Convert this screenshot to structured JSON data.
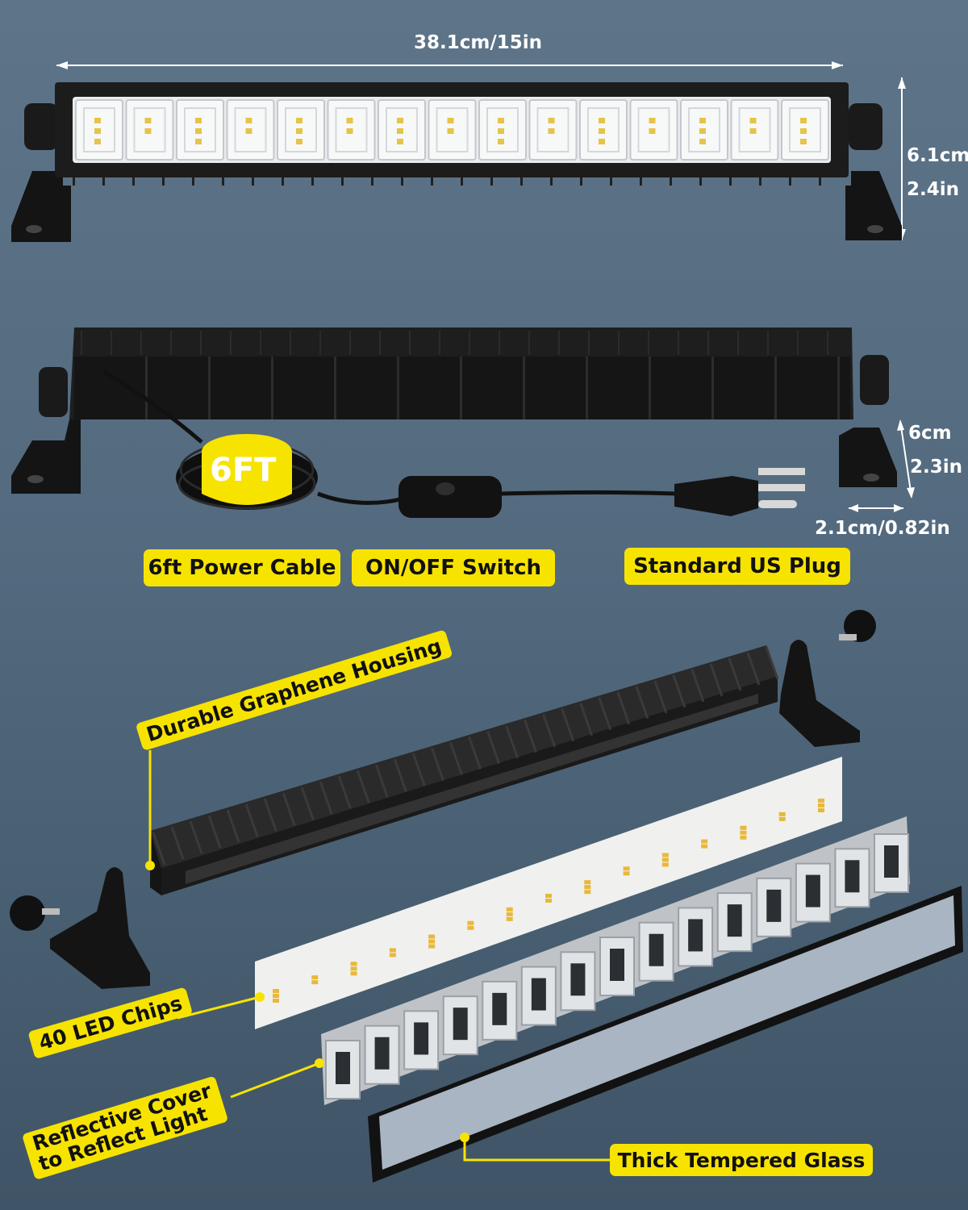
{
  "dimensions": {
    "length": "38.1cm/15in",
    "height_cm": "6.1cm",
    "height_in": "2.4in",
    "depth_cm": "6cm",
    "depth_in": "2.3in",
    "bracket": "2.1cm/0.82in"
  },
  "cable_badge": "6FT",
  "feature_tags": {
    "cable": "6ft Power Cable",
    "switch": "ON/OFF Switch",
    "plug": "Standard US Plug"
  },
  "callouts": {
    "housing": "Durable Graphene Housing",
    "chips": "40 LED Chips",
    "cover_line1": "Reflective Cover",
    "cover_line2": "to Reflect Light",
    "glass": "Thick Tempered Glass"
  },
  "colors": {
    "background": "#536a7f",
    "accent_yellow": "#f7e300",
    "housing_black": "#1c1c1c",
    "led_white": "#f4f4f0",
    "chip_amber": "#e9b83a"
  }
}
